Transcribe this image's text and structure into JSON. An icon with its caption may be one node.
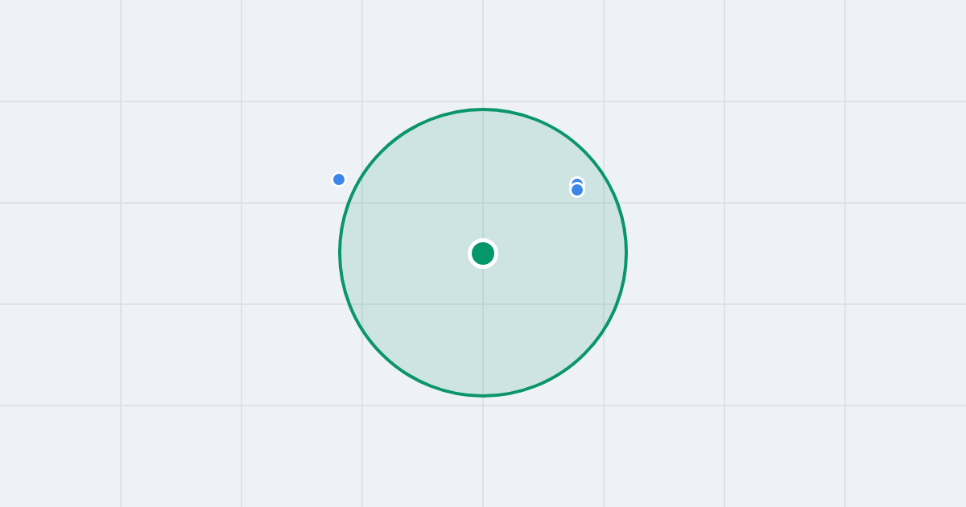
{
  "diagram": {
    "nodes": [
      {
        "text": [],
        "shape": "circle"
      },
      {
        "text": [],
        "shape": "circle",
        "in": 0
      },
      {
        "text": [],
        "shape": "circle"
      },
      {
        "text": [],
        "shape": "circle",
        "in": 0
      },
      {
        "text": [],
        "shape": "circle",
        "in": 0
      }
    ]
  }
}
